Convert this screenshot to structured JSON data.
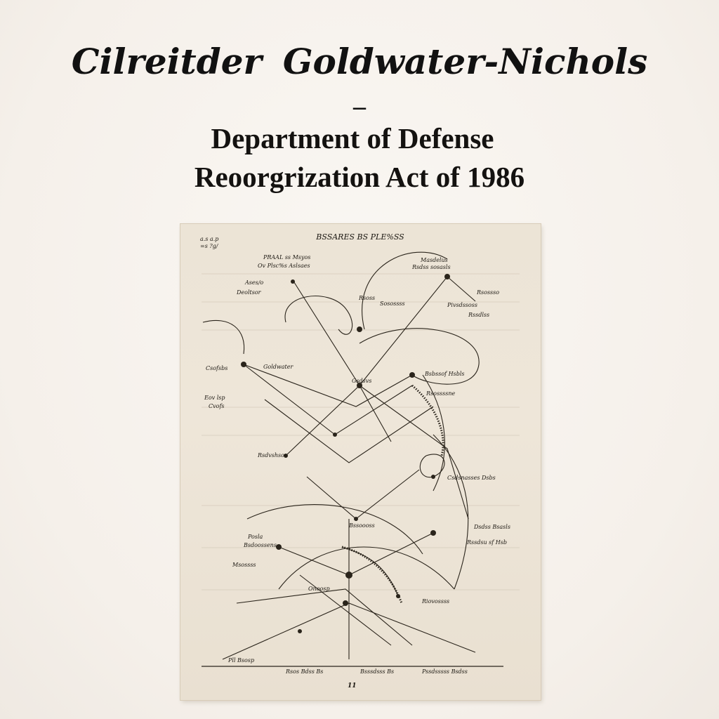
{
  "header": {
    "title_word1": "Cilreitder",
    "title_word2": "Goldwater-Nichols",
    "dash": "–",
    "subtitle_line1": "Department of Defense",
    "subtitle_line2": "Reoorgrization Act of 1986"
  },
  "document": {
    "heading": "BSSARES BS PLE%SS",
    "page_number": "11",
    "corner_note_1": "a.s a.p",
    "corner_note_2": "=s ?g/",
    "left_label_1": "PRAAL ss Msyos",
    "left_label_2": "Ov Plsc%s Aslsaes",
    "left_label_3": "Ases/o",
    "left_label_4": "Deoltsor",
    "left_label_5": "Csofsbs",
    "left_label_6": "Eov lsp",
    "left_label_7": "Cvofs",
    "mid_label_1": "Rsoss",
    "mid_label_2": "Sosossss",
    "mid_label_3": "Goldwater",
    "mid_label_4": "Gsdsvs",
    "mid_label_5": "Onoosp",
    "mid_label_6": "Bssoooss",
    "mid_label_7": "Rsdvshsos",
    "right_label_1": "Masdelus",
    "right_label_2": "Rsdss sosasls",
    "right_label_3": "Rsossso",
    "right_label_4": "Pivsdssoss",
    "right_label_5": "Rssdlss",
    "right_label_6": "Bsbssof Hsbls",
    "right_label_7": "Rsossssne",
    "right_label_8": "Csdsnasses Dsbs",
    "right_label_9": "Dsdss Bsasls",
    "right_label_10": "Rssdsu sf Hsb",
    "bottom_label_1": "Posla",
    "bottom_label_2": "Bsdoossens",
    "bottom_label_3": "Msossss",
    "bottom_label_4": "Riovossss",
    "bottom_label_5": "Pll Bsosp",
    "footer_1": "Rsos Bdss Bs",
    "footer_2": "Bsssdsss Bs",
    "footer_3": "Pssdsssss Bsdss"
  }
}
